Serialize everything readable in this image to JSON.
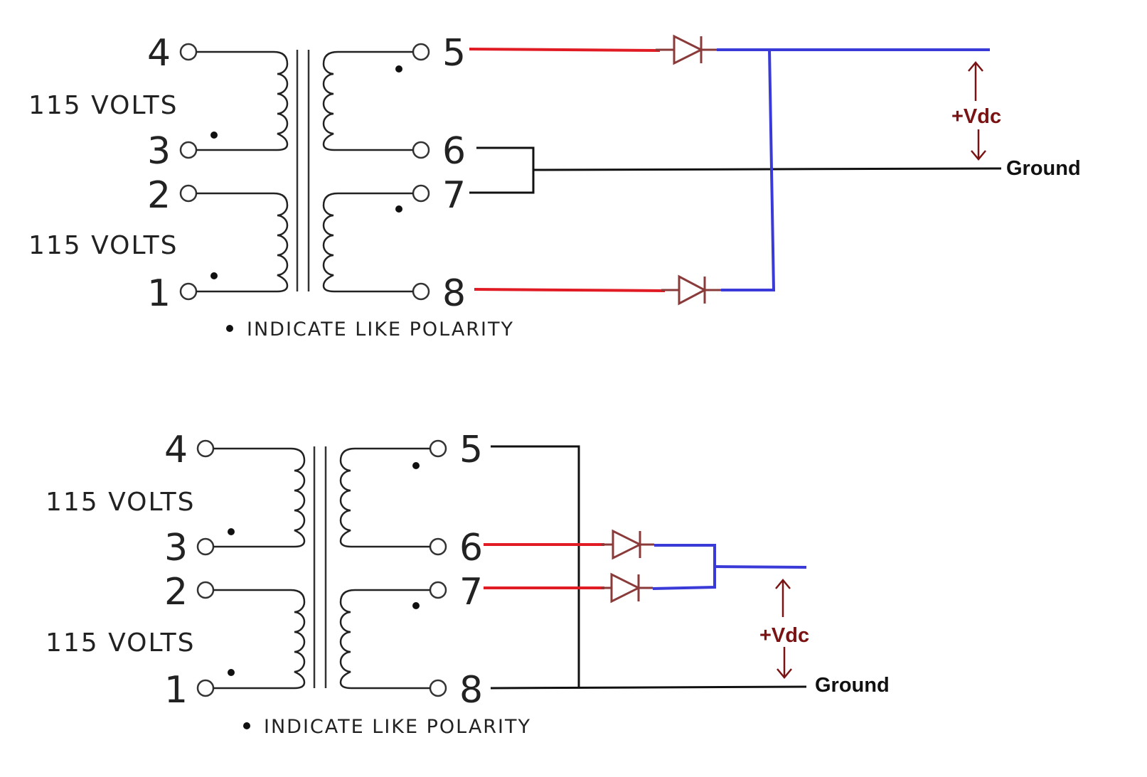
{
  "diagrams": [
    {
      "pins": [
        "4",
        "3",
        "2",
        "1",
        "5",
        "6",
        "7",
        "8"
      ],
      "primary_labels": [
        "115  VOLTS",
        "115  VOLTS"
      ],
      "note": "INDICATE  LIKE  POLARITY",
      "output_label": "+Vdc",
      "ground_label": "Ground"
    },
    {
      "pins": [
        "4",
        "3",
        "2",
        "1",
        "5",
        "6",
        "7",
        "8"
      ],
      "primary_labels": [
        "115  VOLTS",
        "115  VOLTS"
      ],
      "note": "INDICATE  LIKE  POLARITY",
      "output_label": "+Vdc",
      "ground_label": "Ground"
    }
  ],
  "colors": {
    "rectifier_input": "#e01b24",
    "dc_output": "#3a3ad8",
    "diode": "#8b3a3a",
    "label_accent": "#7a1414"
  }
}
